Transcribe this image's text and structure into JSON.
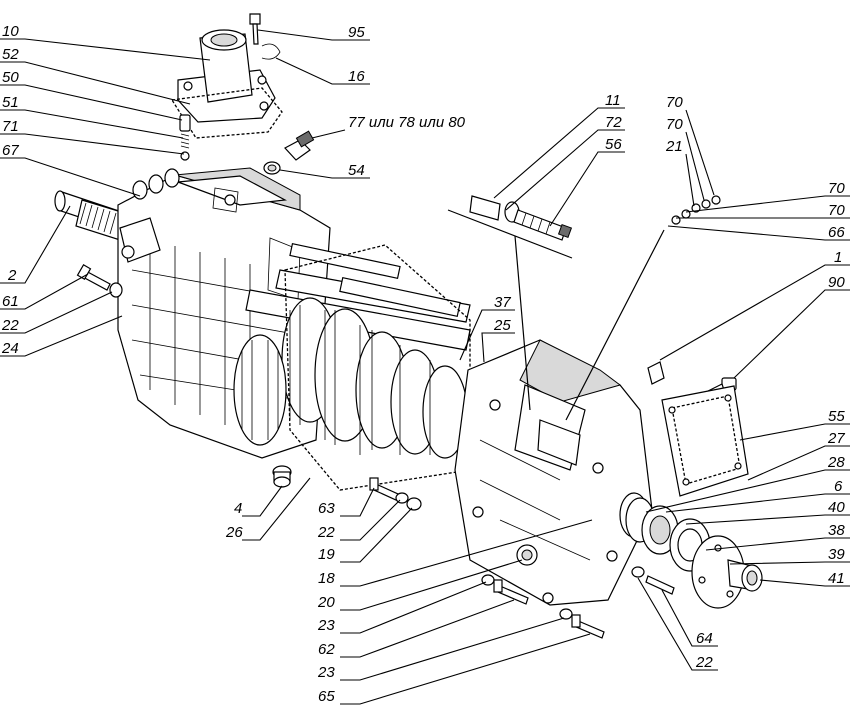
{
  "callouts": [
    {
      "id": "c10",
      "text": "10"
    },
    {
      "id": "c52",
      "text": "52"
    },
    {
      "id": "c50",
      "text": "50"
    },
    {
      "id": "c51",
      "text": "51"
    },
    {
      "id": "c71",
      "text": "71"
    },
    {
      "id": "c67",
      "text": "67"
    },
    {
      "id": "c2",
      "text": "2"
    },
    {
      "id": "c61",
      "text": "61"
    },
    {
      "id": "c22a",
      "text": "22"
    },
    {
      "id": "c24",
      "text": "24"
    },
    {
      "id": "c95",
      "text": "95"
    },
    {
      "id": "c16",
      "text": "16"
    },
    {
      "id": "c77",
      "text": "77 или 78 или 80"
    },
    {
      "id": "c54",
      "text": "54"
    },
    {
      "id": "c11",
      "text": "11"
    },
    {
      "id": "c72",
      "text": "72"
    },
    {
      "id": "c56",
      "text": "56"
    },
    {
      "id": "c70a",
      "text": "70"
    },
    {
      "id": "c70b",
      "text": "70"
    },
    {
      "id": "c21",
      "text": "21"
    },
    {
      "id": "c70c",
      "text": "70"
    },
    {
      "id": "c70d",
      "text": "70"
    },
    {
      "id": "c66",
      "text": "66"
    },
    {
      "id": "c1",
      "text": "1"
    },
    {
      "id": "c90",
      "text": "90"
    },
    {
      "id": "c37",
      "text": "37"
    },
    {
      "id": "c25",
      "text": "25"
    },
    {
      "id": "c55",
      "text": "55"
    },
    {
      "id": "c27",
      "text": "27"
    },
    {
      "id": "c28",
      "text": "28"
    },
    {
      "id": "c6",
      "text": "6"
    },
    {
      "id": "c40",
      "text": "40"
    },
    {
      "id": "c38",
      "text": "38"
    },
    {
      "id": "c39",
      "text": "39"
    },
    {
      "id": "c41",
      "text": "41"
    },
    {
      "id": "c4",
      "text": "4"
    },
    {
      "id": "c26",
      "text": "26"
    },
    {
      "id": "c63",
      "text": "63"
    },
    {
      "id": "c22b",
      "text": "22"
    },
    {
      "id": "c19",
      "text": "19"
    },
    {
      "id": "c18",
      "text": "18"
    },
    {
      "id": "c20",
      "text": "20"
    },
    {
      "id": "c23a",
      "text": "23"
    },
    {
      "id": "c62",
      "text": "62"
    },
    {
      "id": "c23b",
      "text": "23"
    },
    {
      "id": "c65",
      "text": "65"
    },
    {
      "id": "c64",
      "text": "64"
    },
    {
      "id": "c22c",
      "text": "22"
    }
  ]
}
